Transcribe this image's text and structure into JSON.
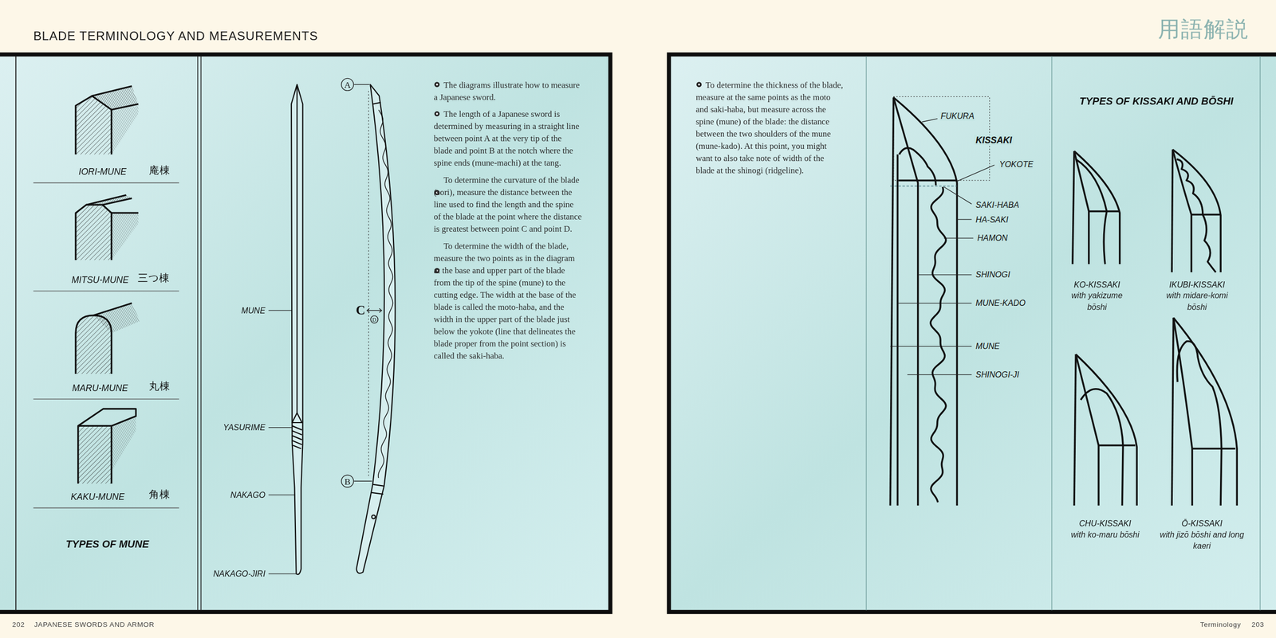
{
  "diagram": {
    "title": "BLADE TERMINOLOGY AND MEASUREMENTS",
    "labels": [
      "用語解説",
      "IORI-MUNE",
      "庵棟",
      "MITSU-MUNE",
      "三つ棟",
      "MARU-MUNE",
      "丸棟",
      "KAKU-MUNE",
      "角棟",
      "TYPES OF MUNE",
      "MUNE",
      "YASURIME",
      "NAKAGO",
      "NAKAGO-JIRI",
      "A",
      "C",
      "D",
      "B",
      "The diagrams illustrate how to measure a Japanese sword.",
      "The length of a Japanese sword is determined by measuring in a straight line between point A at the very tip of the blade and point B at the notch where the spine ends (mune-machi) at the tang.",
      "To determine the curvature of the blade (sori), measure the distance between the line used to find the length and the spine of the blade at the point where the distance is greatest between point C and point D.",
      "To determine the width of the blade, measure the two points as in the diagram at the base and upper part of the blade from the tip of the spine (mune) to the cutting edge. The width at the base of the blade is called the moto-haba, and the width in the upper part of the blade just below the yokote (line that delineates the blade proper from the point section) is called the saki-haba.",
      "To determine the thickness of the blade, measure at the same points as the moto and saki-haba, but measure across the spine (mune) of the blade: the distance between the two shoulders of the mune (mune-kado). At this point, you might want to also take note of width of the blade at the shinogi (ridgeline).",
      "FUKURA",
      "KISSAKI",
      "YOKOTE",
      "SAKI-HABA",
      "HA-SAKI",
      "HAMON",
      "SHINOGI",
      "MUNE-KADO",
      "MUNE",
      "SHINOGI-JI",
      "TYPES OF KISSAKI AND BŌSHI",
      "KO-KISSAKI",
      "with yakizume bōshi",
      "IKUBI-KISSAKI",
      "with midare-komi bōshi",
      "CHU-KISSAKI",
      "with ko-maru bōshi",
      "Ō-KISSAKI",
      "with jizō bōshi and long kaeri",
      "202",
      "JAPANESE SWORDS AND ARMOR",
      "Terminology",
      "203"
    ]
  }
}
